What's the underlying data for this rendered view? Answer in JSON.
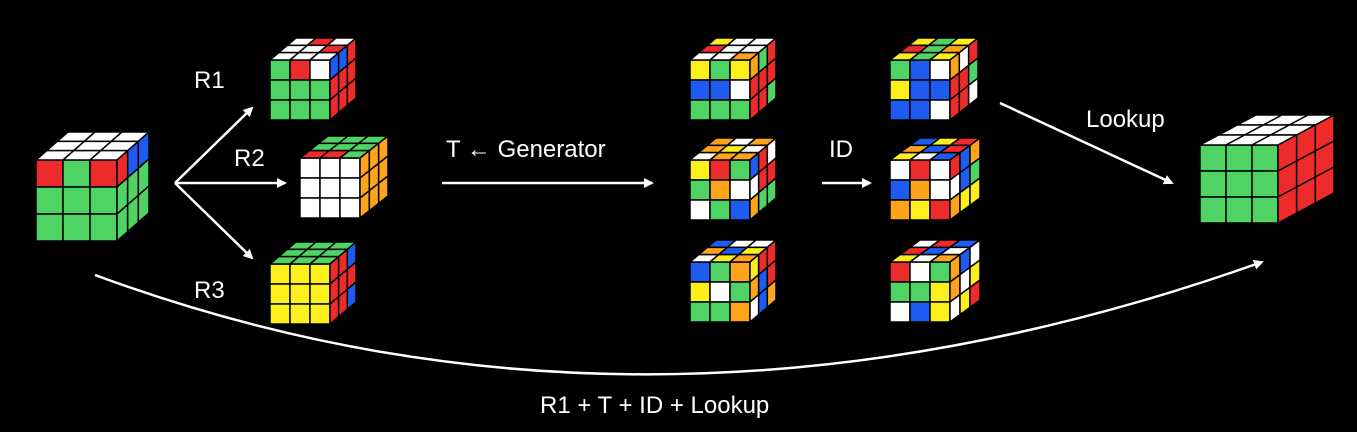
{
  "labels": {
    "r1": "R1",
    "r2": "R2",
    "r3": "R3",
    "generator": "T ← Generator",
    "id": "ID",
    "lookup": "Lookup",
    "bottom": "R1 + T + ID + Lookup"
  },
  "colors": {
    "background": "#000000",
    "W": "#ffffff",
    "G": "#4fd364",
    "R": "#ee2b2b",
    "B": "#1e5bf0",
    "Y": "#fcef1b",
    "O": "#ffa31a",
    "arrow": "#ffffff"
  },
  "cubes": [
    {
      "name": "cube-start",
      "top": [
        "WWW",
        "WWW",
        "WWW"
      ],
      "front": [
        "RGR",
        "GGG",
        "GGG"
      ],
      "right": [
        "RBB",
        "GGG",
        "GGG"
      ]
    },
    {
      "name": "cube-r1",
      "top": [
        "WRW",
        "WWR",
        "WWW"
      ],
      "front": [
        "GRW",
        "GGG",
        "GGG"
      ],
      "right": [
        "BBR",
        "RRR",
        "RRR"
      ]
    },
    {
      "name": "cube-r2",
      "top": [
        "GGG",
        "GGG",
        "RRG"
      ],
      "front": [
        "WWW",
        "WWW",
        "WWW"
      ],
      "right": [
        "OOO",
        "OOO",
        "OOO"
      ]
    },
    {
      "name": "cube-r3",
      "top": [
        "GGG",
        "GGG",
        "GGG"
      ],
      "front": [
        "YYY",
        "YYY",
        "YYY"
      ],
      "right": [
        "RRB",
        "RRR",
        "RRB"
      ]
    },
    {
      "name": "cube-gen-1",
      "top": [
        "YWW",
        "RWW",
        "WWO"
      ],
      "front": [
        "YGY",
        "BBW",
        "GGG"
      ],
      "right": [
        "OGR",
        "RRR",
        "RRG"
      ]
    },
    {
      "name": "cube-gen-2",
      "top": [
        "OWO",
        "OYW",
        "WOO"
      ],
      "front": [
        "YRG",
        "GOW",
        "WGB"
      ],
      "right": [
        "BRW",
        "WRR",
        "OGG"
      ]
    },
    {
      "name": "cube-gen-3",
      "top": [
        "BWW",
        "OBY",
        "WYO"
      ],
      "front": [
        "BGO",
        "YWG",
        "GGO"
      ],
      "right": [
        "YRR",
        "OBR",
        "WBO"
      ]
    },
    {
      "name": "cube-id-1",
      "top": [
        "YGY",
        "RGO",
        "YGY"
      ],
      "front": [
        "GBW",
        "YBB",
        "BBW"
      ],
      "right": [
        "OWR",
        "RRG",
        "RRW"
      ]
    },
    {
      "name": "cube-id-2",
      "top": [
        "BYR",
        "OBR",
        "YWB"
      ],
      "front": [
        "WRW",
        "BOW",
        "OYR"
      ],
      "right": [
        "RBO",
        "WBG",
        "OYY"
      ]
    },
    {
      "name": "cube-id-3",
      "top": [
        "WRB",
        "RBW",
        "YWO"
      ],
      "front": [
        "RWG",
        "GGY",
        "WBY"
      ],
      "right": [
        "OBW",
        "OWY",
        "WYR"
      ]
    },
    {
      "name": "cube-solved",
      "top": [
        "WWW",
        "WWW",
        "WWW"
      ],
      "front": [
        "GGG",
        "GGG",
        "GGG"
      ],
      "right": [
        "RRR",
        "RRR",
        "RRR"
      ]
    }
  ]
}
